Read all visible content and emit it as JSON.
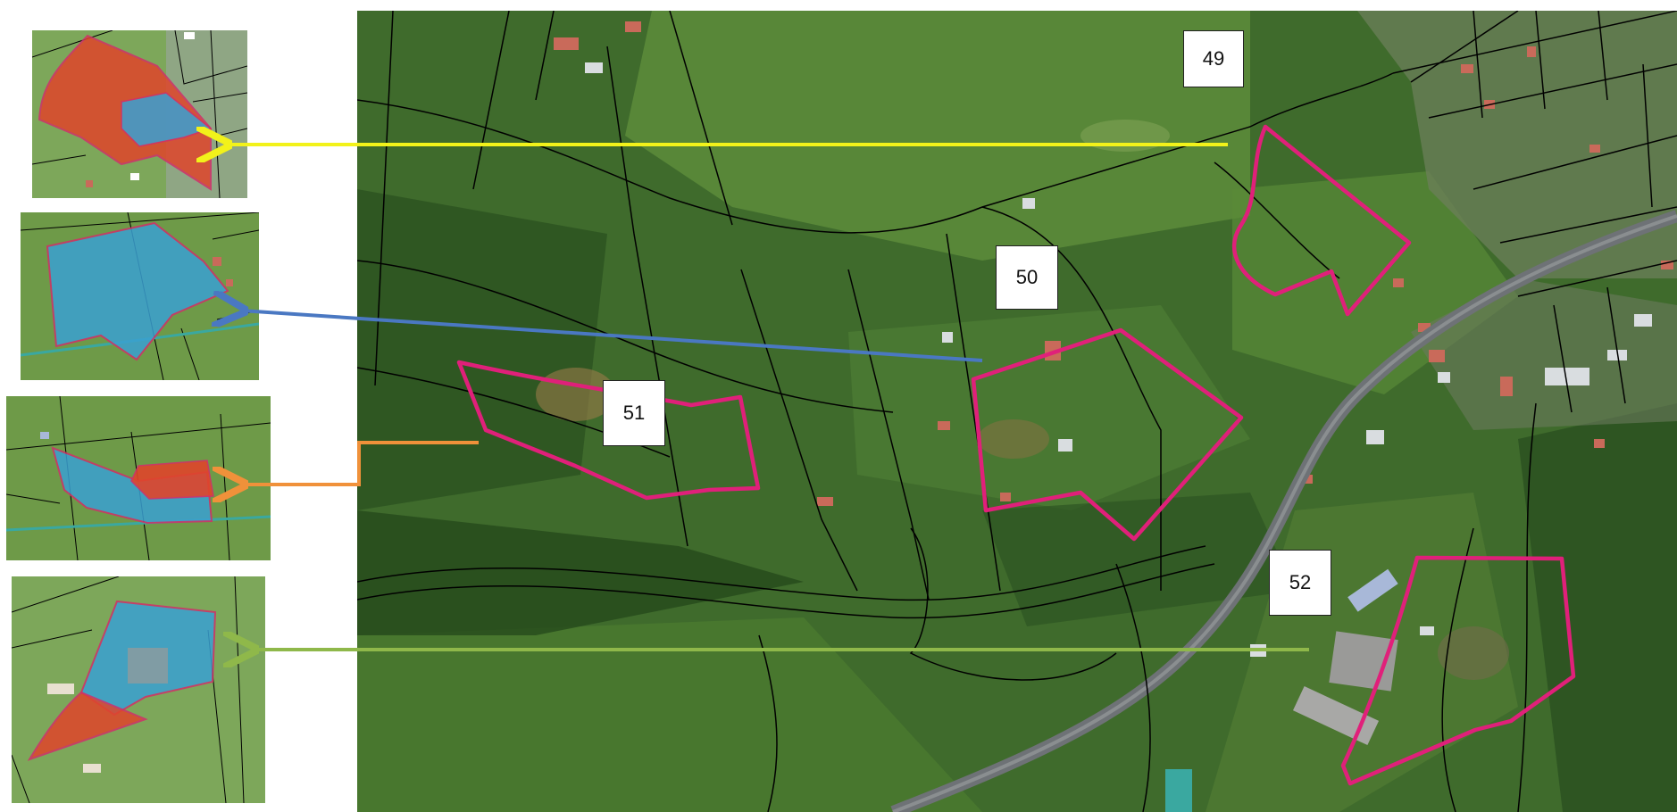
{
  "map": {
    "type": "satellite-cadastral-overlay",
    "parcel_labels": [
      {
        "id": "49",
        "text": "49"
      },
      {
        "id": "50",
        "text": "50"
      },
      {
        "id": "51",
        "text": "51"
      },
      {
        "id": "52",
        "text": "52"
      }
    ],
    "parcel_outline_color": "#e0207a",
    "cadastral_line_color": "#000000",
    "insets": [
      {
        "parcel": "49",
        "arrow_color": "#f2f21a",
        "fill_colors": [
          "#e0452b",
          "#3aa0d2"
        ]
      },
      {
        "parcel": "50",
        "arrow_color": "#4a78c2",
        "fill_colors": [
          "#3aa0d2"
        ]
      },
      {
        "parcel": "51",
        "arrow_color": "#f0913a",
        "fill_colors": [
          "#3aa0d2",
          "#e0452b"
        ]
      },
      {
        "parcel": "52",
        "arrow_color": "#8fb84a",
        "fill_colors": [
          "#3aa0d2",
          "#e0452b"
        ]
      }
    ]
  }
}
